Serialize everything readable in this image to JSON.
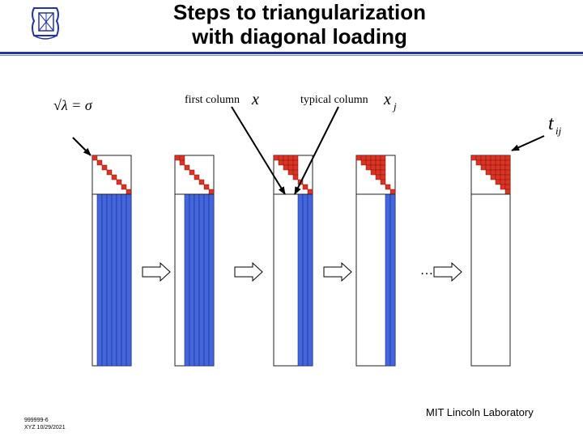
{
  "header": {
    "title_line1": "Steps to triangularization",
    "title_line2": "with diagonal loading"
  },
  "logo": {
    "icon": "mit-ll-logo-icon"
  },
  "annotations": {
    "sqrt_lambda": "√λ = σ",
    "first_column_label": "first column",
    "first_column_var": "x",
    "typical_column_label": "typical column",
    "typical_column_var": "x",
    "typical_column_sub": "j",
    "t_label": "t",
    "t_sub": "ij",
    "ellipsis": "…"
  },
  "diagram": {
    "colors": {
      "red": "#dd3322",
      "blue": "#4466dd",
      "outline": "#222222",
      "arrow": "#000000"
    },
    "upper_rows": 8,
    "matrix_count": 5,
    "upper_fill_columns": [
      1,
      2,
      5,
      6,
      8
    ],
    "transition_arrows": 4
  },
  "footer": {
    "code": "999999-6",
    "author_date": "XYZ 10/29/2021",
    "lab": "MIT Lincoln Laboratory"
  }
}
